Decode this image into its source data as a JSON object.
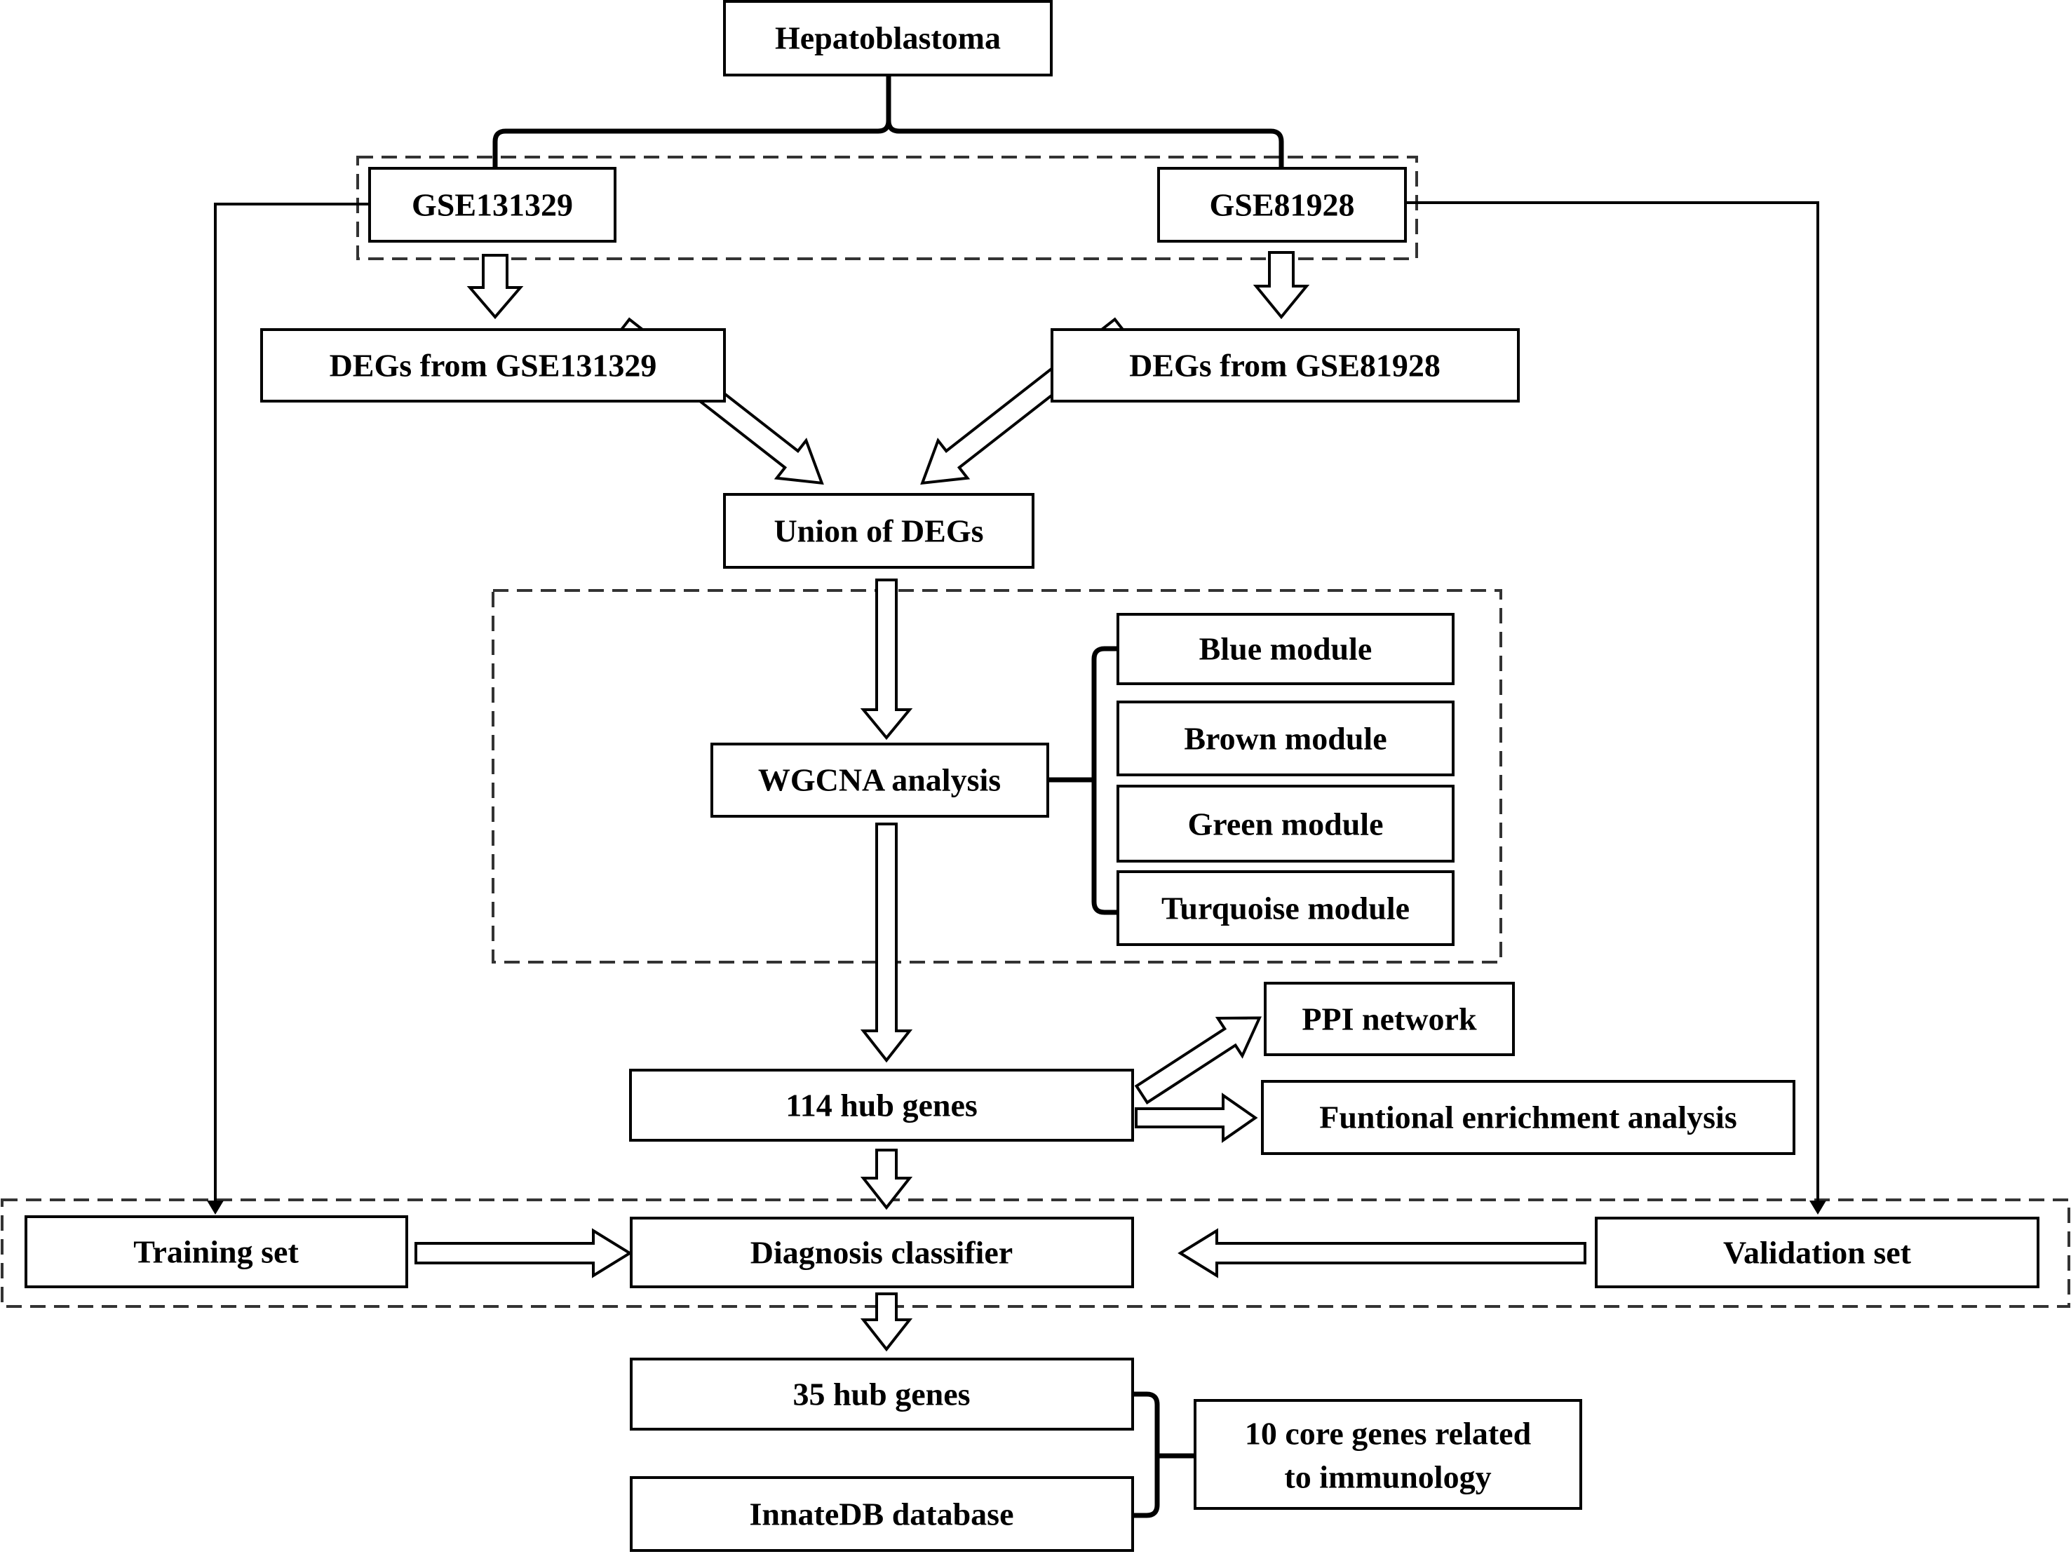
{
  "nodes": {
    "hepatoblastoma": "Hepatoblastoma",
    "gse131329": "GSE131329",
    "gse81928": "GSE81928",
    "degs_gse131329": "DEGs from GSE131329",
    "degs_gse81928": "DEGs from GSE81928",
    "union_degs": "Union of DEGs",
    "wgcna": "WGCNA  analysis",
    "blue_module": "Blue  module",
    "brown_module": "Brown  module",
    "green_module": "Green  module",
    "turquoise_module": "Turquoise module",
    "ppi_network": "PPI network",
    "hub_genes_114": "114 hub genes",
    "functional_enrichment": "Funtional enrichment analysis",
    "training_set": "Training  set",
    "diagnosis_classifier": "Diagnosis classifier",
    "validation_set": "Validation set",
    "hub_genes_35": "35 hub genes",
    "innatedb": "InnateDB database",
    "core_genes_line1": "10 core genes related",
    "core_genes_line2": "to immunology"
  }
}
